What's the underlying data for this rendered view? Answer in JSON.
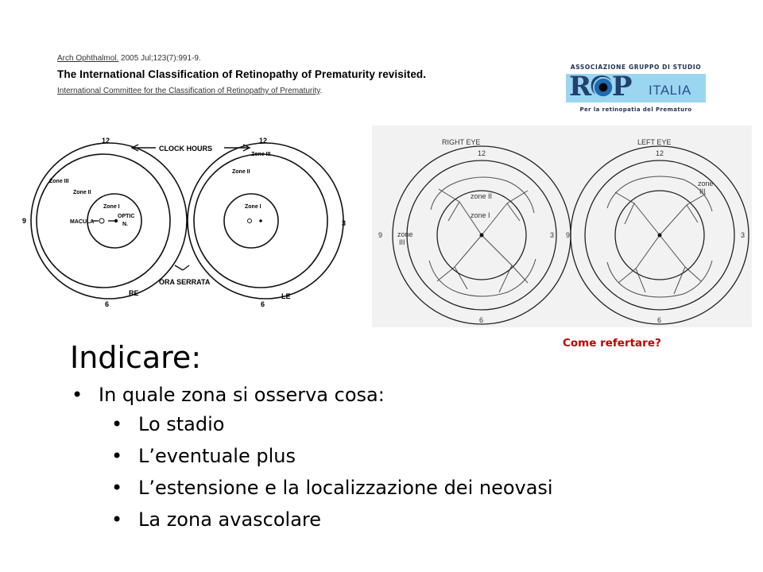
{
  "citation": {
    "journal": "Arch Ophthalmol.",
    "date": " 2005 Jul;123(7):991-9.",
    "title": "The International Classification of Retinopathy of Prematurity revisited.",
    "authors": "International Committee for the Classification of Retinopathy of Prematurity",
    "authors_end": "."
  },
  "logo": {
    "top": "ASSOCIAZIONE GRUPPO DI STUDIO",
    "rop": "ROP",
    "italia": "ITALIA",
    "subtitle": "Per la retinopatia del Prematuro"
  },
  "diagram_left": {
    "clock_hours": "CLOCK HOURS",
    "h12": "12",
    "h6": "6",
    "h3": "3",
    "h9": "9",
    "zone_1": "Zone I",
    "zone_2": "Zone II",
    "zone_3": "Zone III",
    "macula": "MACULA",
    "optic": "OPTIC",
    "nerve": "N.",
    "ora_serrata": "ORA SERRATA",
    "re": "RE",
    "le": "LE"
  },
  "diagram_right": {
    "right_eye": "RIGHT EYE",
    "left_eye": "LEFT EYE",
    "h12": "12",
    "h6": "6",
    "h3": "3",
    "h9": "9",
    "zone_1": "zone I",
    "zone_2": "zone II",
    "zone": "zone",
    "three": "III"
  },
  "come_refertare": "Come refertare?",
  "heading": "Indicare:",
  "bullet": "•",
  "list": {
    "main": "In quale zona si osserva cosa:",
    "sub": [
      "Lo stadio",
      "L’eventuale plus",
      "L’estensione e la localizzazione dei neovasi",
      "La zona avascolare"
    ]
  }
}
